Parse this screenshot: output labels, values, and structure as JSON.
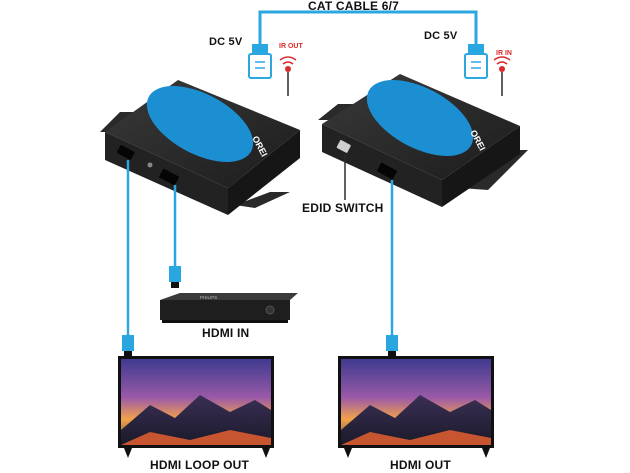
{
  "labels": {
    "cat_cable": "CAT CABLE 6/7",
    "dc_left": "DC 5V",
    "dc_right": "DC 5V",
    "ir_out": "IR OUT",
    "ir_in": "IR IN",
    "edid_switch": "EDID SWITCH",
    "hdmi_in": "HDMI IN",
    "hdmi_loop_out": "HDMI LOOP OUT",
    "hdmi_out": "HDMI OUT"
  },
  "devices": {
    "brand": "OREI",
    "player_brand": "PHILIPS"
  },
  "colors": {
    "cable": "#2aa6e0",
    "device_body": "#2b2b2b",
    "device_accent": "#1b8fd1",
    "ir_red": "#d92b2b",
    "screen_sky": "#4a3a8c"
  }
}
